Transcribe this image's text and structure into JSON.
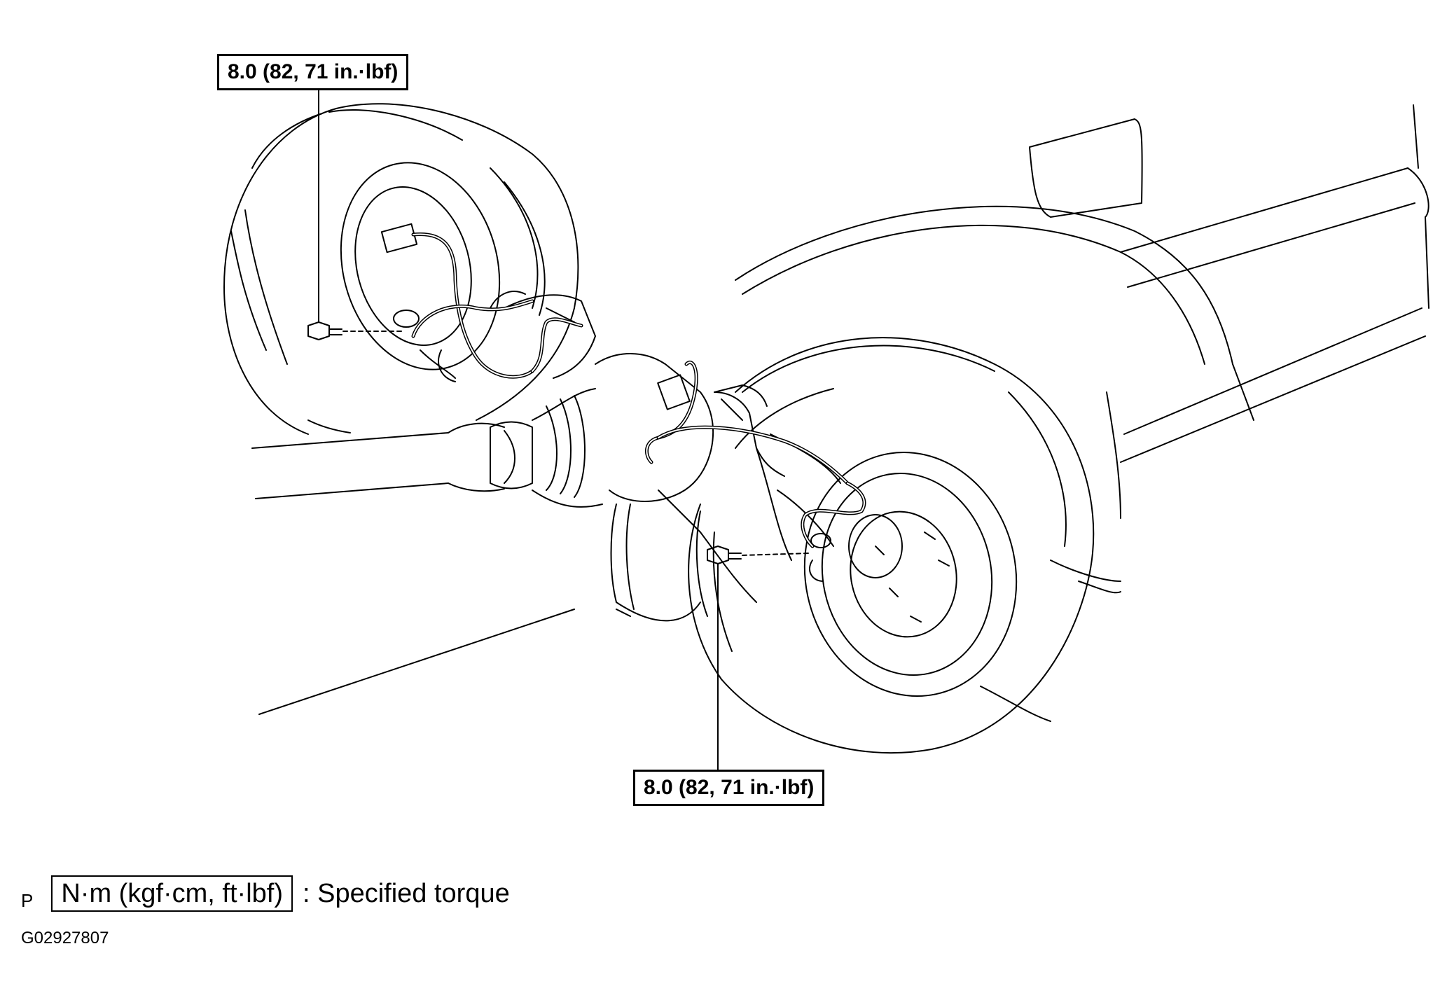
{
  "callouts": {
    "top_torque": "8.0 (82, 71 in.·lbf)",
    "bottom_torque": "8.0 (82, 71 in.·lbf)"
  },
  "legend": {
    "prefix": "P",
    "unit_box": "N·m (kgf·cm, ft·lbf)",
    "description": ": Specified torque"
  },
  "figure_id": "G02927807"
}
